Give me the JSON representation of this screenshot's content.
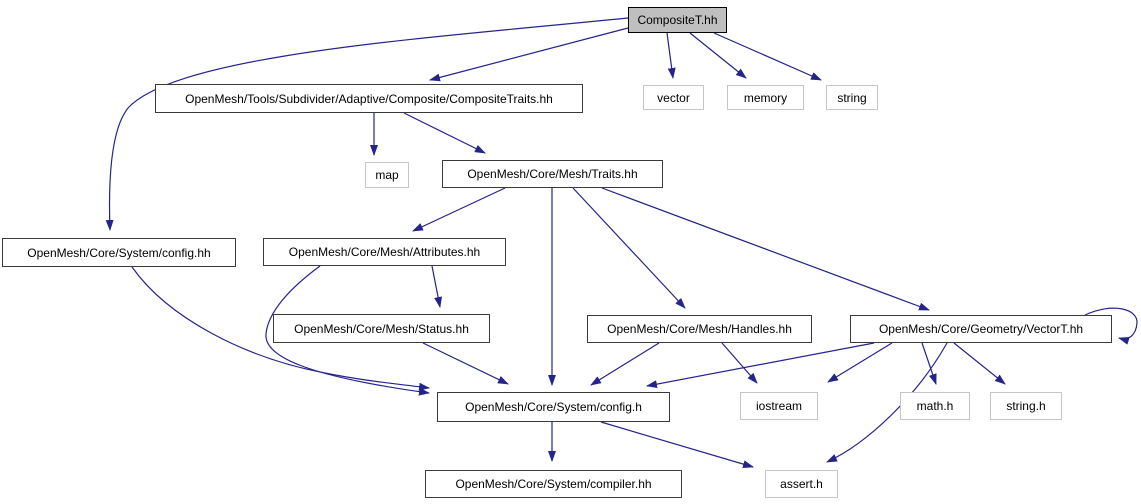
{
  "diagram": {
    "type": "include-dependency-graph",
    "colors": {
      "edge": "#24248c",
      "node_fill": "#ffffff",
      "node_border": "#3a3a3a",
      "current_node_fill": "#bfbfbf",
      "current_node_border": "#000000",
      "system_node_border": "#c6c6c6",
      "text": "#000000",
      "background": "#ffffff"
    },
    "nodes": {
      "composite_t": {
        "label": "CompositeT.hh",
        "kind": "current"
      },
      "composite_traits": {
        "label": "OpenMesh/Tools/Subdivider/Adaptive/Composite/CompositeTraits.hh",
        "kind": "internal"
      },
      "vector": {
        "label": "vector",
        "kind": "system"
      },
      "memory": {
        "label": "memory",
        "kind": "system"
      },
      "string": {
        "label": "string",
        "kind": "system"
      },
      "map": {
        "label": "map",
        "kind": "system"
      },
      "traits": {
        "label": "OpenMesh/Core/Mesh/Traits.hh",
        "kind": "internal"
      },
      "config_hh": {
        "label": "OpenMesh/Core/System/config.hh",
        "kind": "internal"
      },
      "attributes": {
        "label": "OpenMesh/Core/Mesh/Attributes.hh",
        "kind": "internal"
      },
      "status": {
        "label": "OpenMesh/Core/Mesh/Status.hh",
        "kind": "internal"
      },
      "handles": {
        "label": "OpenMesh/Core/Mesh/Handles.hh",
        "kind": "internal"
      },
      "vectort": {
        "label": "OpenMesh/Core/Geometry/VectorT.hh",
        "kind": "internal"
      },
      "config_h": {
        "label": "OpenMesh/Core/System/config.h",
        "kind": "internal"
      },
      "iostream": {
        "label": "iostream",
        "kind": "system"
      },
      "math_h": {
        "label": "math.h",
        "kind": "system"
      },
      "string_h": {
        "label": "string.h",
        "kind": "system"
      },
      "compiler": {
        "label": "OpenMesh/Core/System/compiler.hh",
        "kind": "internal"
      },
      "assert_h": {
        "label": "assert.h",
        "kind": "system"
      }
    },
    "edges": [
      {
        "from": "composite_t",
        "to": "composite_traits"
      },
      {
        "from": "composite_t",
        "to": "config_hh"
      },
      {
        "from": "composite_t",
        "to": "vector"
      },
      {
        "from": "composite_t",
        "to": "memory"
      },
      {
        "from": "composite_t",
        "to": "string"
      },
      {
        "from": "composite_traits",
        "to": "map"
      },
      {
        "from": "composite_traits",
        "to": "traits"
      },
      {
        "from": "traits",
        "to": "attributes"
      },
      {
        "from": "traits",
        "to": "config_h"
      },
      {
        "from": "traits",
        "to": "handles"
      },
      {
        "from": "traits",
        "to": "vectort"
      },
      {
        "from": "config_hh",
        "to": "config_h"
      },
      {
        "from": "attributes",
        "to": "status"
      },
      {
        "from": "attributes",
        "to": "config_h"
      },
      {
        "from": "status",
        "to": "config_h"
      },
      {
        "from": "handles",
        "to": "config_h"
      },
      {
        "from": "handles",
        "to": "iostream"
      },
      {
        "from": "vectort",
        "to": "config_h"
      },
      {
        "from": "vectort",
        "to": "iostream"
      },
      {
        "from": "vectort",
        "to": "math_h"
      },
      {
        "from": "vectort",
        "to": "string_h"
      },
      {
        "from": "vectort",
        "to": "assert_h"
      },
      {
        "from": "vectort",
        "to": "vectort"
      },
      {
        "from": "config_h",
        "to": "compiler"
      },
      {
        "from": "config_h",
        "to": "assert_h"
      }
    ]
  }
}
